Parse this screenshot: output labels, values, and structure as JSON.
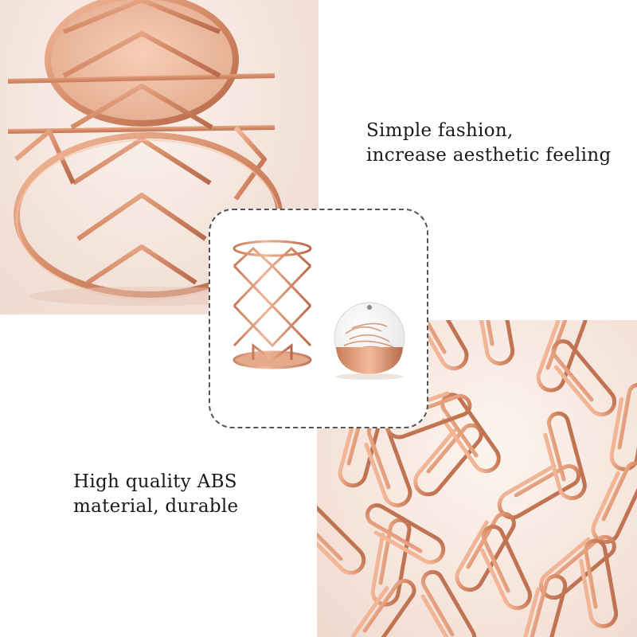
{
  "captions": {
    "top": "Simple fashion,\nincrease aesthetic feeling",
    "bottom": "High quality ABS\nmaterial, durable"
  },
  "colors": {
    "rose_gold": "#d98f6e",
    "rose_gold_light": "#f1b595",
    "rose_gold_dark": "#b8694a",
    "background_blush": "#f3e2d9"
  },
  "images": {
    "top": "rose-gold-wire-pen-holder-closeup",
    "center": "pen-holder-and-paperclip-dispenser",
    "bottom": "rose-gold-paperclips-closeup"
  }
}
